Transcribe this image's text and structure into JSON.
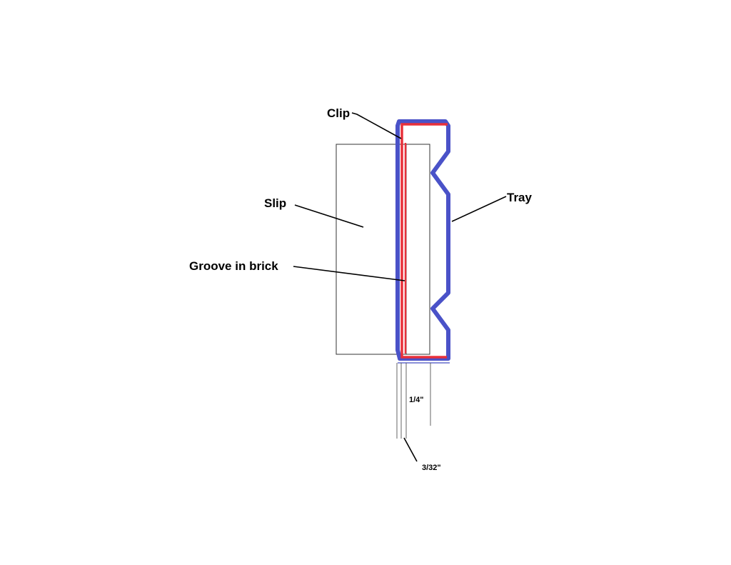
{
  "labels": {
    "clip": "Clip",
    "slip": "Slip",
    "groove": "Groove in brick",
    "tray": "Tray",
    "dim_quarter": "1/4\"",
    "dim_three_32": "3/32\""
  },
  "colors": {
    "clip": "#e8303a",
    "tray": "#4a52c8",
    "outline": "#333333"
  }
}
